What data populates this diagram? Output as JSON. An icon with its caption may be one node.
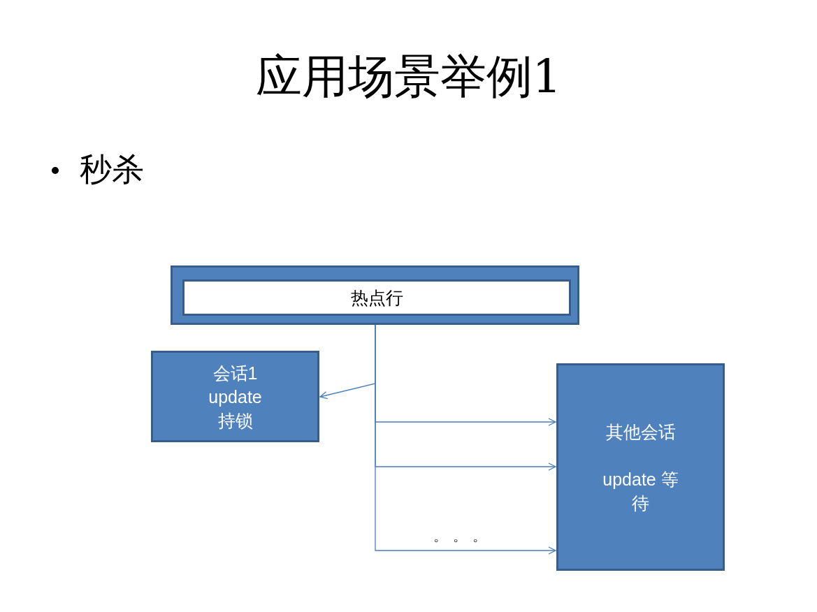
{
  "diagram": {
    "title": "应用场景举例1",
    "nodes": [
      {
        "text": [],
        "shape": "box"
      },
      {
        "text": [
          "热点行"
        ],
        "in": 0
      },
      {
        "text": [
          "会话1 update 持锁"
        ]
      },
      {
        "text": [
          "其他会话",
          "update 等待"
        ]
      }
    ],
    "edges": [
      {
        "from": 0,
        "to": 2,
        "arrow": "to"
      },
      {
        "from": 0,
        "to": 3,
        "arrow": "to"
      },
      {
        "from": 0,
        "to": 3,
        "arrow": "to"
      },
      {
        "from": 0,
        "to": 3,
        "arrow": "to"
      }
    ],
    "labels": [
      "秒杀",
      "。。。"
    ]
  }
}
